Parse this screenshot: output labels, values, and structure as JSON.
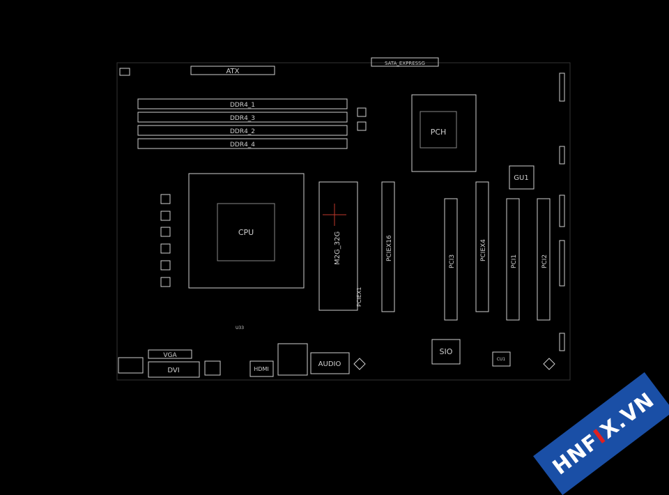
{
  "labels": {
    "atx": "ATX",
    "sata_expressg": "SATA_EXPRESSG",
    "ddr4_1": "DDR4_1",
    "ddr4_3": "DDR4_3",
    "ddr4_2": "DDR4_2",
    "ddr4_4": "DDR4_4",
    "pch": "PCH",
    "cpu": "CPU",
    "m2g": "M2G_32G",
    "pciex16": "PCIEX16",
    "pci3": "PCI3",
    "pciex4": "PCIEX4",
    "pci1": "PCI1",
    "pci2": "PCI2",
    "pciex1": "PCIEX1",
    "gu1": "GU1",
    "sio": "SIO",
    "vga": "VGA",
    "dvi": "DVI",
    "hdmi": "HDMI",
    "audio": "AUDIO",
    "cu1": "CU1",
    "u33": "U33"
  },
  "watermark": {
    "prefix": "HNF",
    "mark": "I",
    "middle": "X",
    "suffix": ".VN",
    "colors": {
      "band": "#1a4fa6",
      "mark": "#e02020"
    }
  },
  "colors": {
    "background": "#000000",
    "trace": "#d8d8d8",
    "accent_line": "#c0392b"
  }
}
